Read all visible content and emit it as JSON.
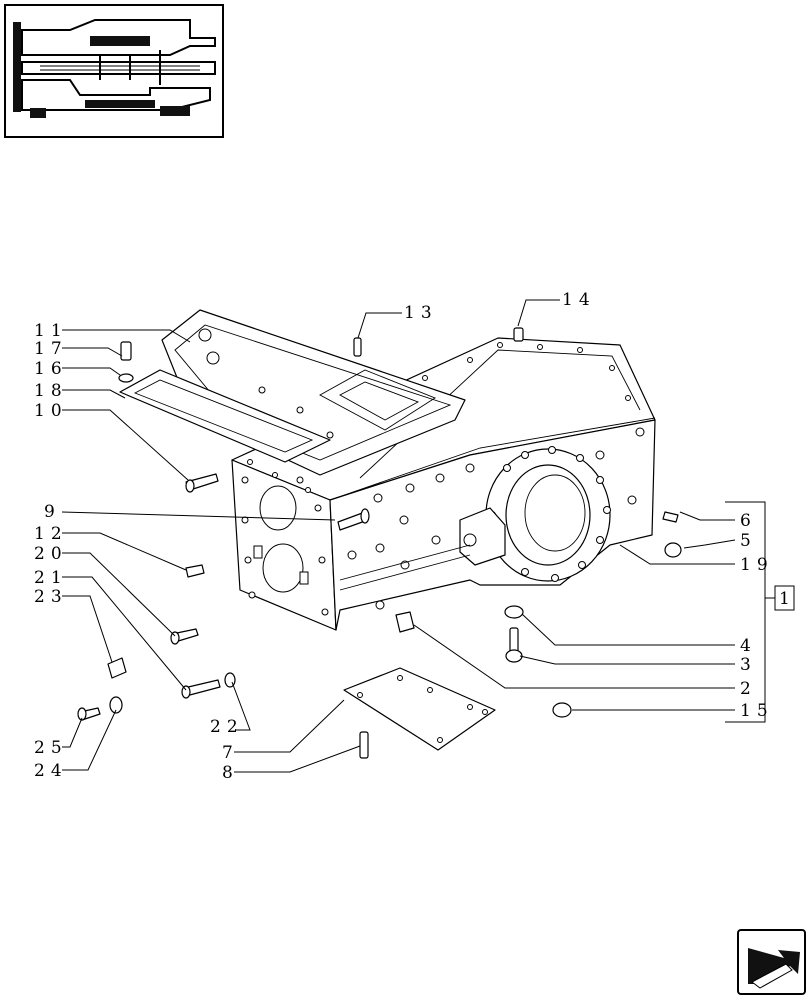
{
  "callouts": [
    {
      "id": "c11",
      "text": "11"
    },
    {
      "id": "c17",
      "text": "17"
    },
    {
      "id": "c16",
      "text": "16"
    },
    {
      "id": "c18",
      "text": "18"
    },
    {
      "id": "c10",
      "text": "10"
    },
    {
      "id": "c9",
      "text": "9"
    },
    {
      "id": "c12",
      "text": "12"
    },
    {
      "id": "c20",
      "text": "20"
    },
    {
      "id": "c21",
      "text": "21"
    },
    {
      "id": "c23",
      "text": "23"
    },
    {
      "id": "c25",
      "text": "25"
    },
    {
      "id": "c24",
      "text": "24"
    },
    {
      "id": "c22",
      "text": "22"
    },
    {
      "id": "c7",
      "text": "7"
    },
    {
      "id": "c8",
      "text": "8"
    },
    {
      "id": "c13",
      "text": "13"
    },
    {
      "id": "c14",
      "text": "14"
    },
    {
      "id": "c6",
      "text": "6"
    },
    {
      "id": "c5",
      "text": "5"
    },
    {
      "id": "c19",
      "text": "19"
    },
    {
      "id": "c4",
      "text": "4"
    },
    {
      "id": "c3",
      "text": "3"
    },
    {
      "id": "c2",
      "text": "2"
    },
    {
      "id": "c15",
      "text": "15"
    }
  ],
  "kit_box_label": "1",
  "icons": {
    "thumbnail": "transmission-section-thumbnail-icon",
    "nav": "navigation-arrow-icon"
  },
  "colors": {
    "line": "#000000",
    "background": "#ffffff"
  }
}
